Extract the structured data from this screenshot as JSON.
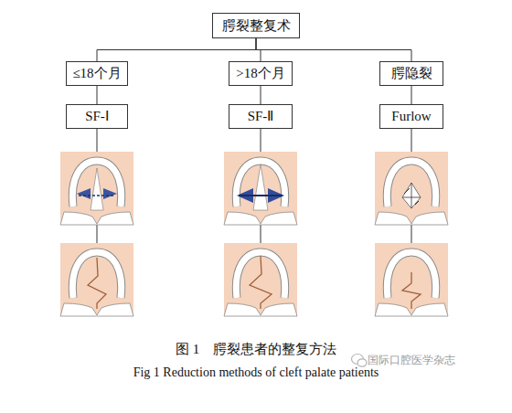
{
  "diagram": {
    "caption": "图 1　腭裂患者的整复方法",
    "nodes": [
      {
        "text": [
          "腭裂整复术"
        ]
      },
      {
        "text": [
          "≤18个月"
        ]
      },
      {
        "text": [
          ">18个月"
        ]
      },
      {
        "text": [
          "腭隐裂"
        ]
      },
      {
        "text": [
          "SF-Ⅰ"
        ]
      },
      {
        "text": [
          "SF-Ⅱ"
        ]
      },
      {
        "text": [
          "Furlow"
        ]
      }
    ],
    "edges": [
      {
        "from": 0,
        "to": 1,
        "arrow": "none"
      },
      {
        "from": 0,
        "to": 2,
        "arrow": "none"
      },
      {
        "from": 0,
        "to": 3,
        "arrow": "none"
      },
      {
        "from": 1,
        "to": 4,
        "arrow": "none"
      },
      {
        "from": 2,
        "to": 5,
        "arrow": "none"
      },
      {
        "from": 3,
        "to": 6,
        "arrow": "none"
      }
    ],
    "labels": [
      "Fig 1 Reduction methods of cleft palate patients",
      "国际口腔医学杂志"
    ]
  }
}
